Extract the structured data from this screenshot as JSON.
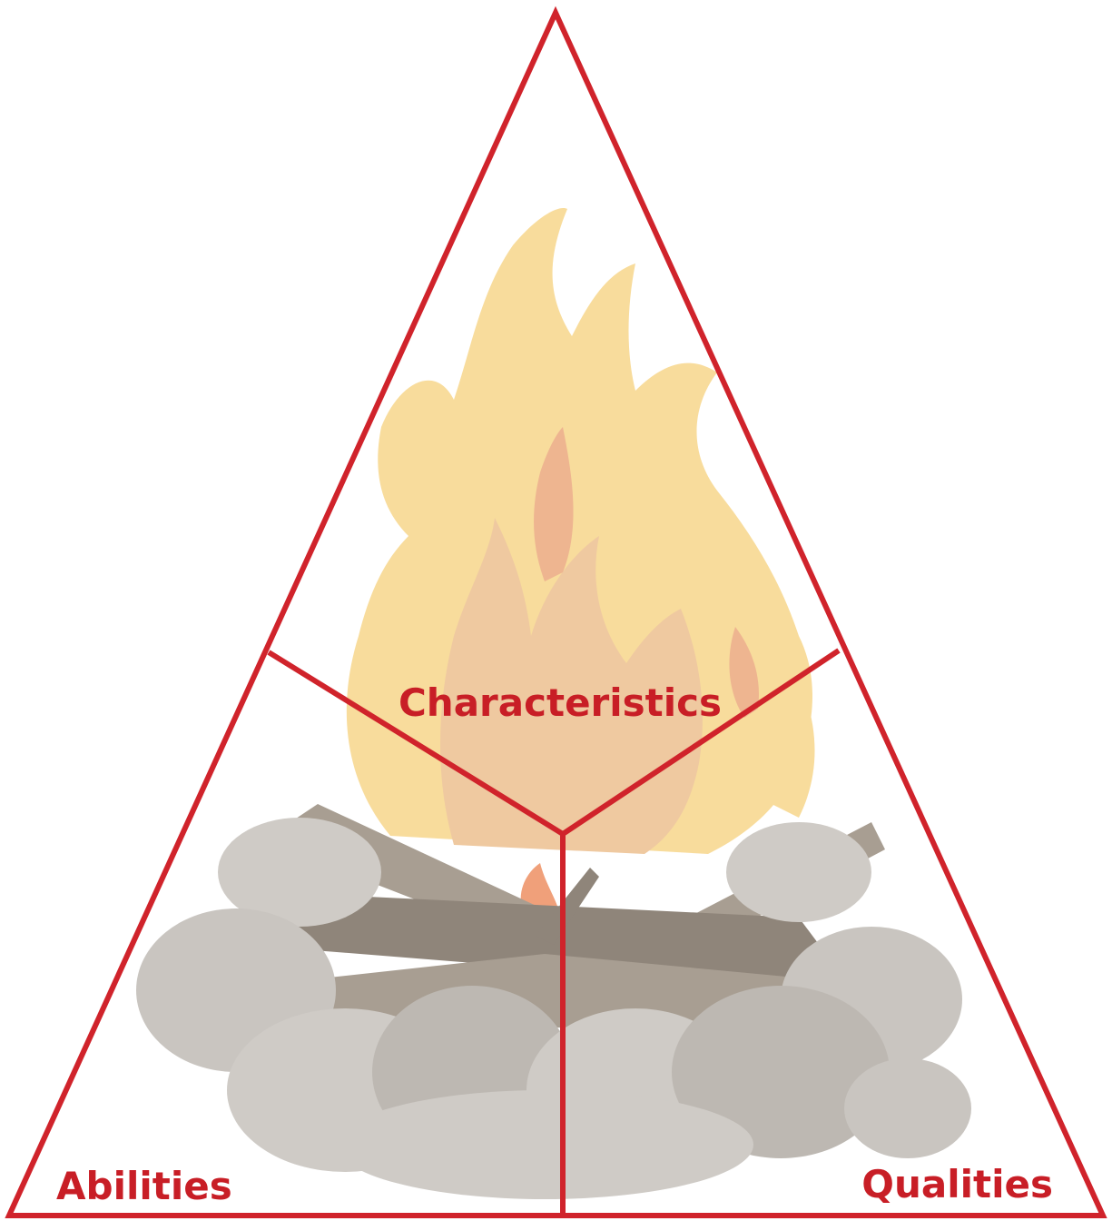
{
  "diagram": {
    "sections": {
      "top": "Characteristics",
      "bottom_left": "Abilities",
      "bottom_right": "Qualities"
    },
    "background_image": "campfire",
    "colors": {
      "outline": "#d0232b",
      "label": "#c81e26",
      "flame_outer": "#f8dc9c",
      "flame_inner": "#efc9a0",
      "flame_core": "#eeb590",
      "ember": "#f0a07a",
      "log": "#a89e92",
      "log_dark": "#8f857a",
      "stone": "#cfcbc6",
      "stone_shadow": "#bdb8b2"
    }
  }
}
